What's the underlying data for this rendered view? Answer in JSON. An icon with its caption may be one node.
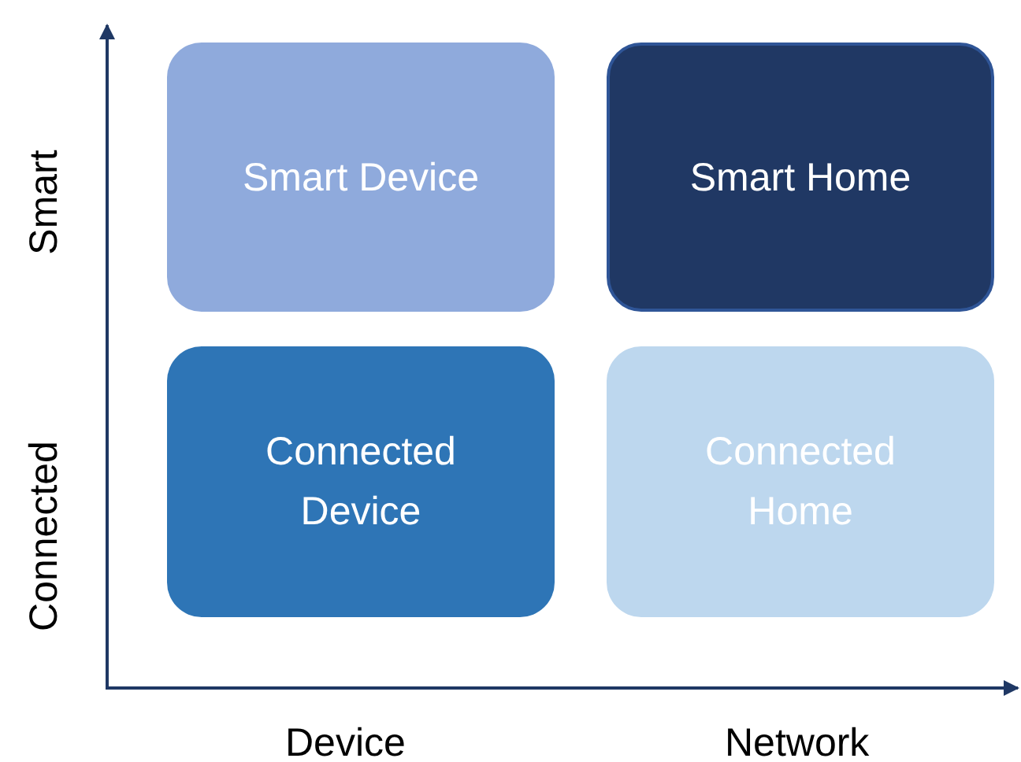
{
  "diagram": {
    "nodes": [
      {
        "text": [
          "Smart Device"
        ]
      },
      {
        "text": [
          "Smart Home"
        ]
      },
      {
        "text": [
          "Connected Device"
        ]
      },
      {
        "text": [
          "Connected Home"
        ]
      }
    ],
    "labels": [
      "Smart",
      "Connected",
      "Device",
      "Network"
    ]
  }
}
